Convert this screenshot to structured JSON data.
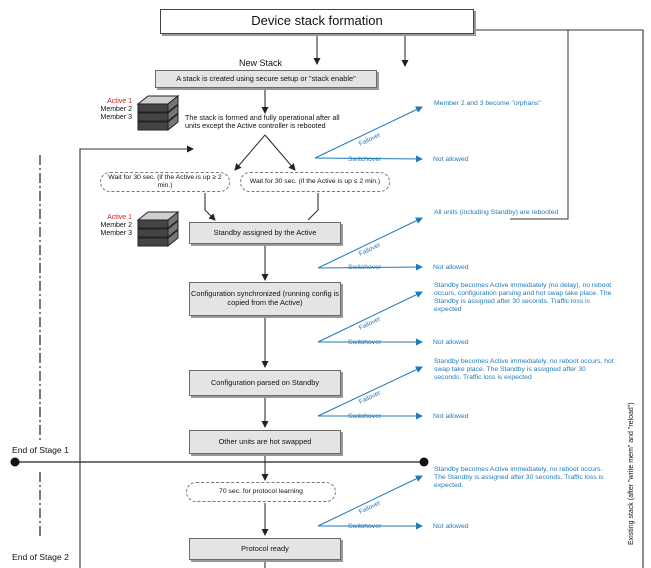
{
  "title": "Device stack formation",
  "new_stack": "New Stack",
  "boxes": {
    "stack_created": "A stack is created using secure setup or \"stack enable\"",
    "stack_formed": "The stack is formed and fully operational after all units except the Active controller is rebooted",
    "wait_left": "Wait for 30 sec. (if the Active is up ≥ 2 min.)",
    "wait_right": "Wait for 30 sec. (if the Active is up ≤ 2 min.)",
    "standby_assigned": "Standby assigned by the Active",
    "config_sync": "Configuration synchronized (running config is copied from the Active)",
    "config_parsed": "Configuration parsed on Standby",
    "hot_swapped": "Other units are hot swapped",
    "protocol_learning": "70 sec. for protocol learning",
    "protocol_ready": "Protocol ready"
  },
  "unit_groups": [
    {
      "active": "Active 1",
      "member2": "Member 2",
      "member3": "Member 3"
    },
    {
      "active": "Active 1",
      "member2": "Member 2",
      "member3": "Member 3"
    }
  ],
  "branch_labels": {
    "failover": "Failover",
    "switchover": "Switchover",
    "not_allowed": "Not allowed"
  },
  "outcomes": [
    "Member 2 and 3 become \"orphans\"",
    "All units (including Standby) are rebooted",
    "Standby becomes Active immediately (no delay), no reboot occurs, configuration parsing and hot swap take place. The Standby is assigned after 30 seconds. Traffic loss is expected",
    "Standby becomes Active immediately, no reboot occurs, hot swap take place. The Standby is assigned after 30 seconds. Traffic loss is expected",
    "Standby becomes Active immediately, no reboot occurs. The Standby is assigned after 30 seconds. Traffic loss is expected."
  ],
  "stage_labels": {
    "stage1": "End of Stage 1",
    "stage2": "End of Stage 2"
  },
  "existing_stack": "Existing stack (after \"write mem\" and \"reload\")",
  "colors": {
    "blue": "#1f7ab8",
    "red": "#d62020",
    "box_fill": "#e4e4e4",
    "line": "#333333"
  }
}
